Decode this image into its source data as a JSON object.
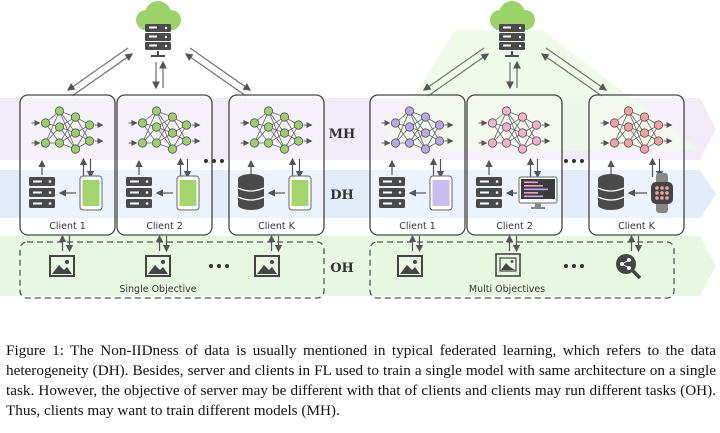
{
  "left": {
    "clients": [
      "Client 1",
      "Client 2",
      "Client K"
    ],
    "objective": "Single Objective"
  },
  "right": {
    "clients": [
      "Client 1",
      "Client 2",
      "Client K"
    ],
    "objective": "Multi Objectives"
  },
  "levels": {
    "mh": "MH",
    "dh": "DH",
    "oh": "OH"
  },
  "colors": {
    "mh_band": "#efe8f7",
    "dh_band": "#e4ecfa",
    "oh_band": "#e9f6e2",
    "server_cloud": "#9bd36a",
    "node_green": "#9ccf6a",
    "node_purple": "#b8a9e6",
    "node_pink": "#f0b3cf",
    "node_red": "#f1a1a1",
    "phone_green": "#a3d46e",
    "phone_purple": "#c9bdf0",
    "dark": "#4a4a4a"
  },
  "caption": {
    "label": "Figure 1:",
    "text": "The Non-IIDness of data is usually mentioned in typical federated learning, which refers to the data heterogeneity (DH). Besides, server and clients in FL used to train a single model with same architecture on a single task. However, the objective of server may be different with that of clients and clients may run different tasks (OH). Thus, clients may want to train different models (MH)."
  }
}
